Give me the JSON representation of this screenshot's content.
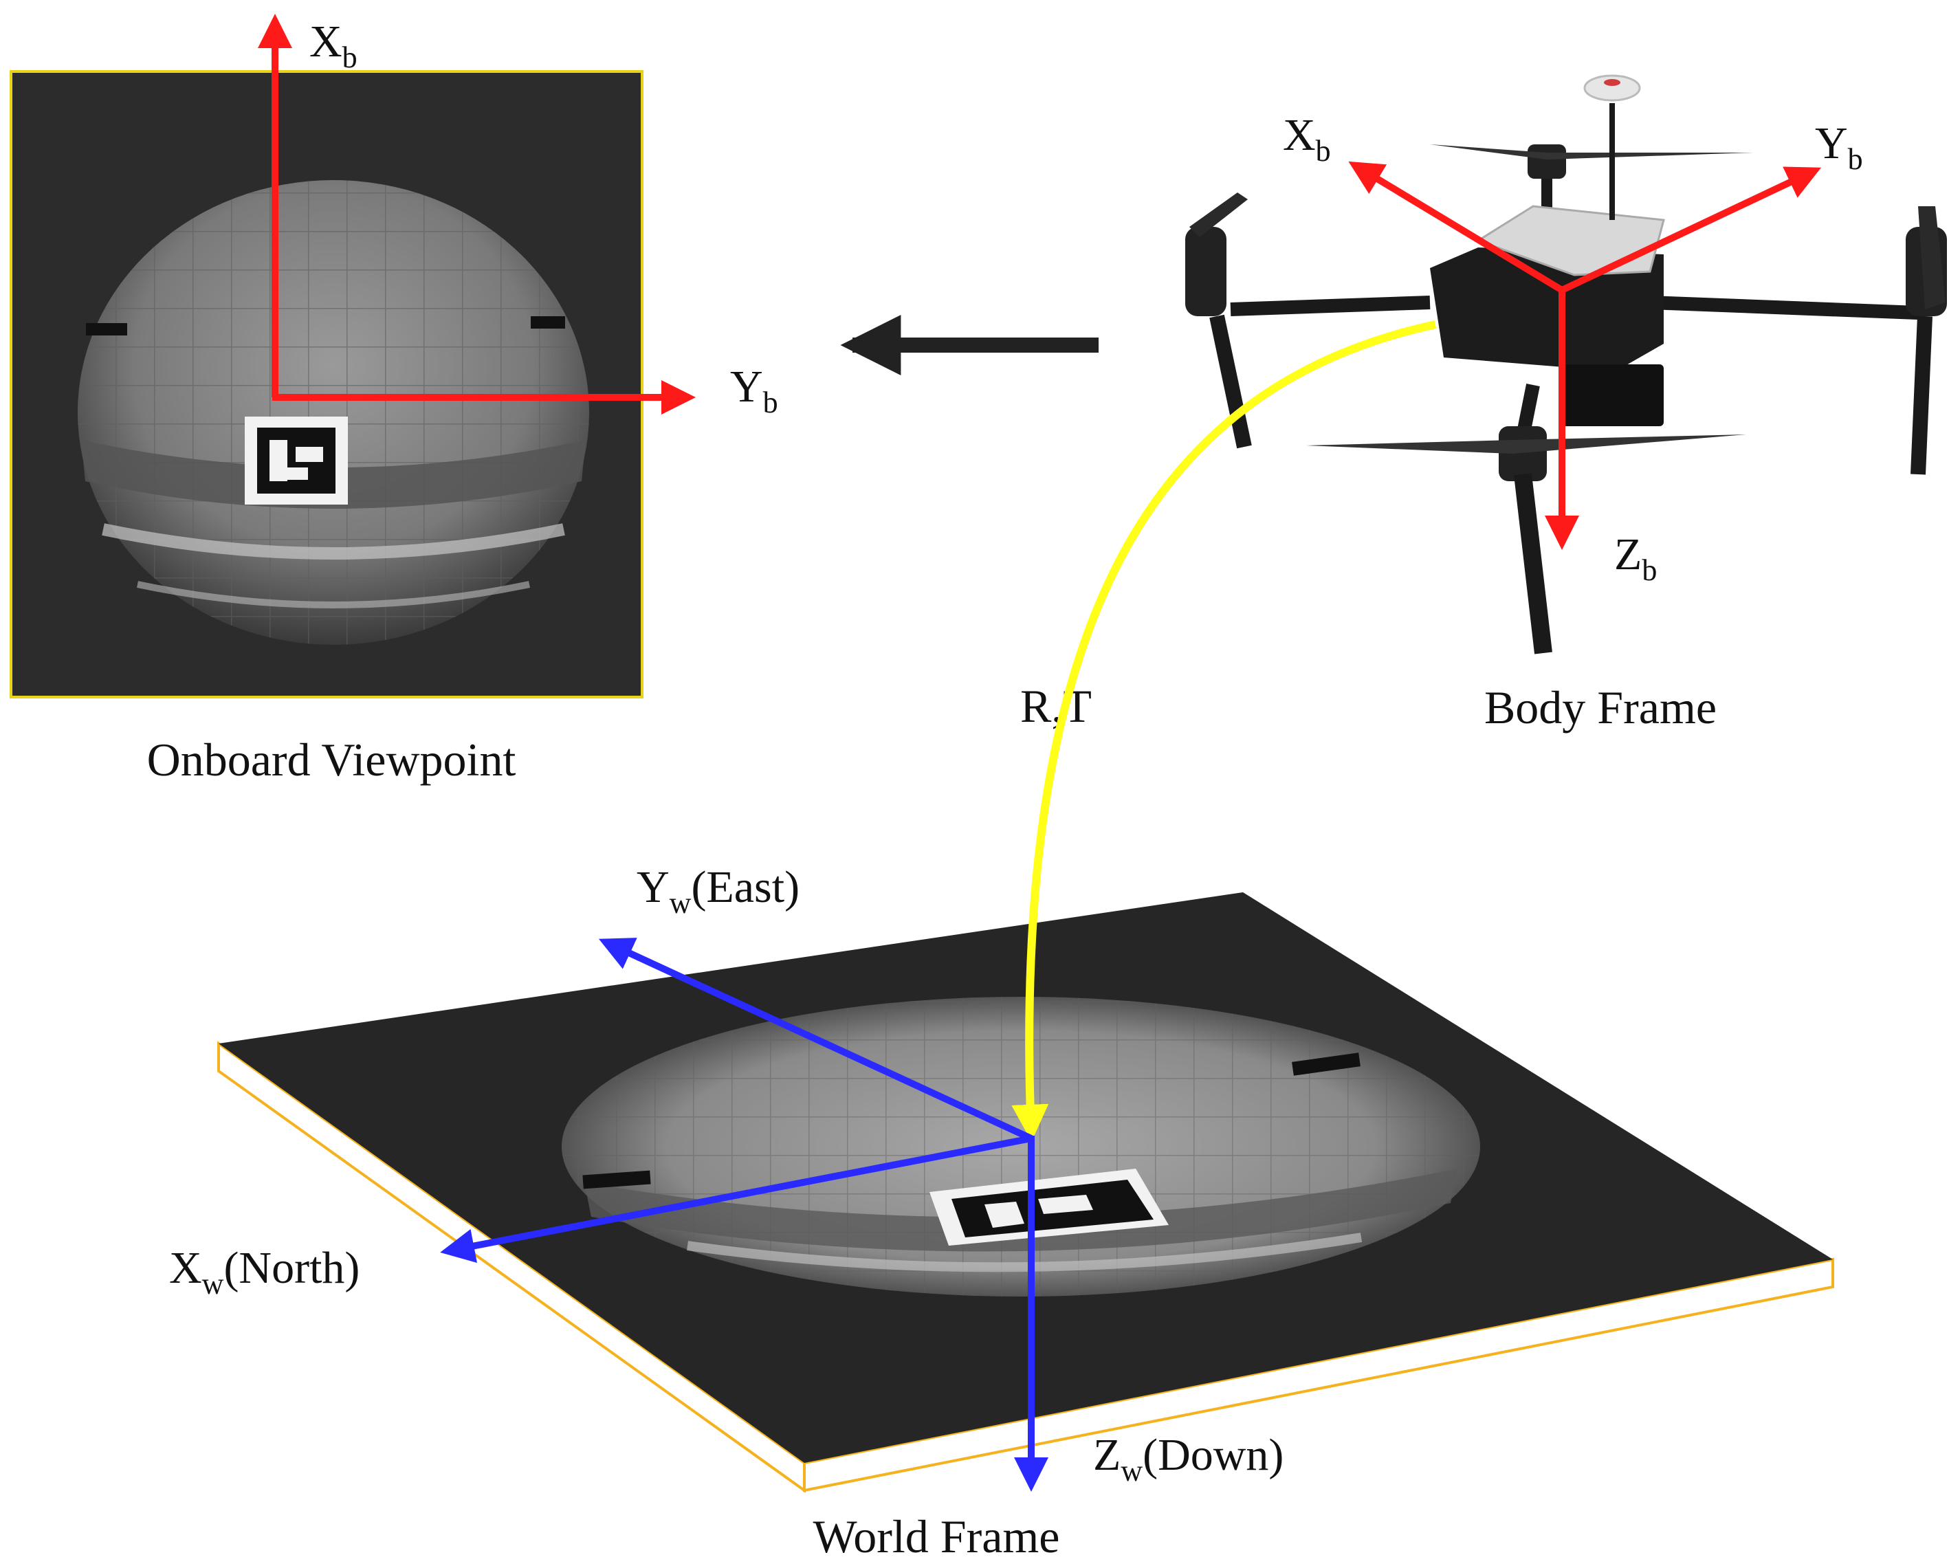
{
  "onboard_view": {
    "caption": "Onboard Viewpoint",
    "x_axis": {
      "main": "X",
      "sub": "b"
    },
    "y_axis": {
      "main": "Y",
      "sub": "b"
    }
  },
  "body_frame": {
    "caption": "Body Frame",
    "x_axis": {
      "main": "X",
      "sub": "b"
    },
    "y_axis": {
      "main": "Y",
      "sub": "b"
    },
    "z_axis": {
      "main": "Z",
      "sub": "b"
    }
  },
  "transform": {
    "label": "R,T"
  },
  "world_frame": {
    "caption": "World Frame",
    "x_axis": {
      "main": "X",
      "sub": "w",
      "suffix": "(North)"
    },
    "y_axis": {
      "main": "Y",
      "sub": "w",
      "suffix": "(East)"
    },
    "z_axis": {
      "main": "Z",
      "sub": "w",
      "suffix": "(Down)"
    }
  },
  "colors": {
    "body_axes": "#ff1a1a",
    "world_axes": "#2a2aff",
    "transform_arc": "#ffff1a",
    "view_arrow": "#222222",
    "platform_edge": "#f5b21e",
    "image_border": "#e8d21a"
  }
}
